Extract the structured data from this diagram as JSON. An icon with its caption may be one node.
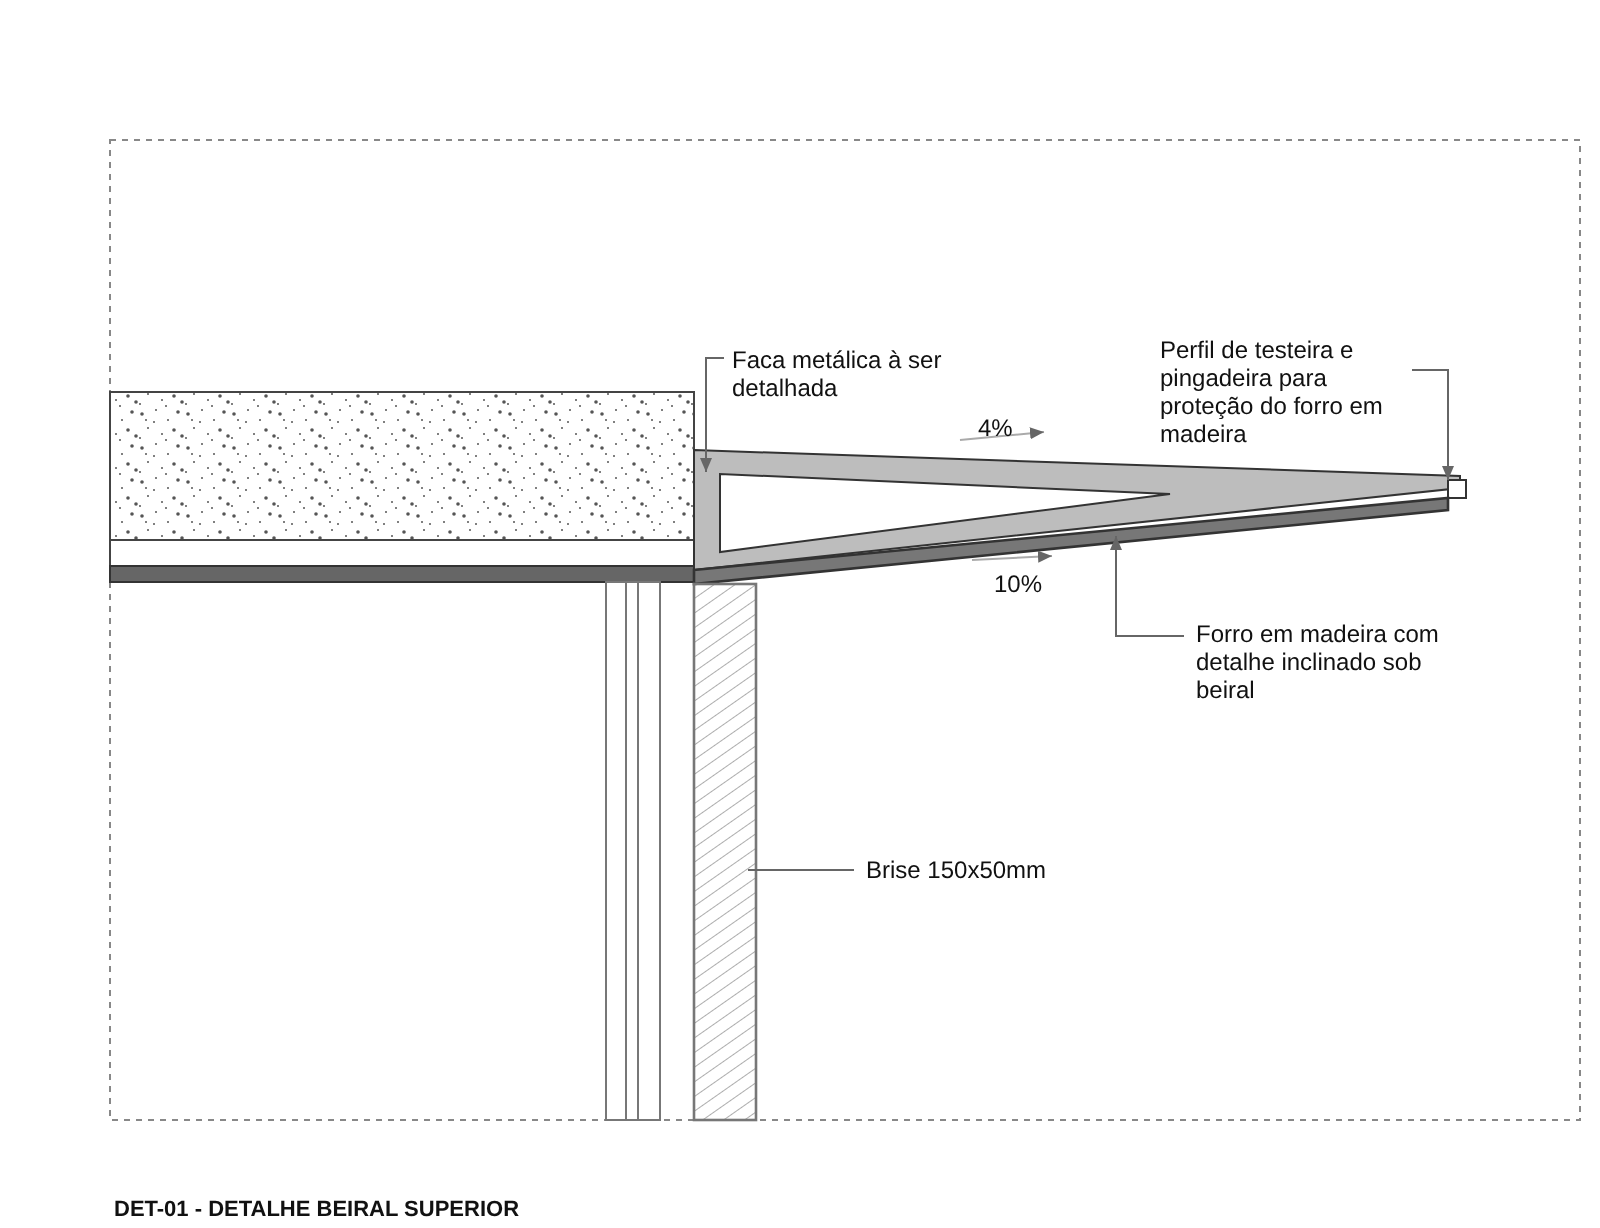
{
  "diagram": {
    "title": "DET-01 - DETALHE BEIRAL SUPERIOR",
    "nodes": [
      {
        "text": [
          "Faca metálica à ser detalhada"
        ]
      },
      {
        "text": [],
        "shape": "box"
      },
      {
        "text": [
          "Perfil de testeira e pingadeira para proteção do forro em madeira"
        ]
      },
      {
        "text": [],
        "shape": "box"
      },
      {
        "text": [
          "Forro em madeira com detalhe inclinado sob beiral"
        ]
      },
      {
        "text": [],
        "shape": "bar"
      },
      {
        "text": [
          "Brise 150x50mm"
        ]
      },
      {
        "text": [],
        "shape": "bar"
      }
    ],
    "edges": [
      {
        "from": 0,
        "to": 1,
        "arrow": "to"
      },
      {
        "from": 2,
        "to": 3,
        "arrow": "to"
      },
      {
        "from": 4,
        "to": 5,
        "arrow": "to"
      },
      {
        "from": 6,
        "to": 7,
        "arrow": "none"
      }
    ],
    "labels": [
      "4%",
      "10%"
    ]
  }
}
